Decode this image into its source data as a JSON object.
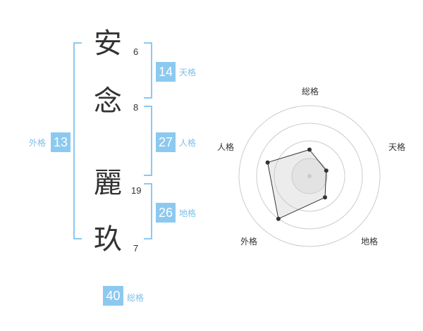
{
  "name_chars": [
    {
      "char": "安",
      "strokes": "6"
    },
    {
      "char": "念",
      "strokes": "8"
    },
    {
      "char": "麗",
      "strokes": "19"
    },
    {
      "char": "玖",
      "strokes": "7"
    }
  ],
  "fortunes": {
    "tenkaku": {
      "value": "14",
      "label": "天格"
    },
    "jinkaku": {
      "value": "27",
      "label": "人格"
    },
    "chikaku": {
      "value": "26",
      "label": "地格"
    },
    "gaikaku": {
      "value": "13",
      "label": "外格"
    },
    "soukaku": {
      "value": "40",
      "label": "総格"
    }
  },
  "colors": {
    "accent": "#8cc9f0",
    "accent_text": "#7fbfe8",
    "text": "#333333"
  },
  "chart_data": {
    "type": "radar",
    "axes": [
      "総格",
      "天格",
      "地格",
      "外格",
      "人格"
    ],
    "rings": 4,
    "values": [
      1.5,
      1.0,
      1.5,
      3.0,
      2.5
    ],
    "max": 4
  }
}
